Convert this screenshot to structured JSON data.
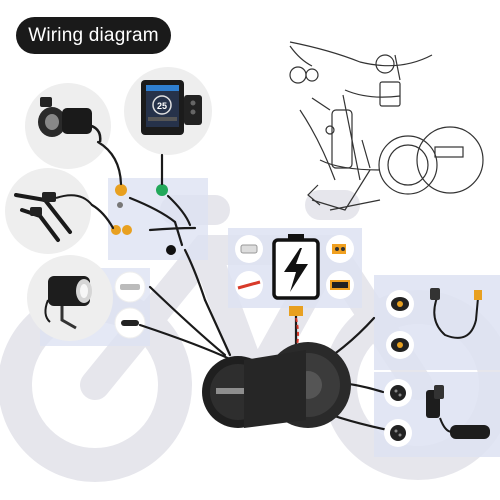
{
  "header": {
    "title": "Wiring diagram"
  },
  "display": {
    "speed_value": "25"
  },
  "battery_panel": {
    "symbol": "lightning-bolt"
  },
  "colors": {
    "background": "#ffffff",
    "title_pill": "#1a1a1a",
    "bike_silhouette": "#e6e6ec",
    "panel_tint": "#dde2f2",
    "cable": "#1a1a1a",
    "connector_yellow": "#e8a020",
    "connector_green": "#22a85a",
    "connector_red": "#d83a2a",
    "battery_orange": "#f0a020"
  },
  "components": [
    "thumb-throttle",
    "lcd-display",
    "brake-levers",
    "headlight",
    "battery",
    "speed-sensor",
    "gear-sensor",
    "thumb-throttle-alt",
    "mid-drive-motor"
  ]
}
